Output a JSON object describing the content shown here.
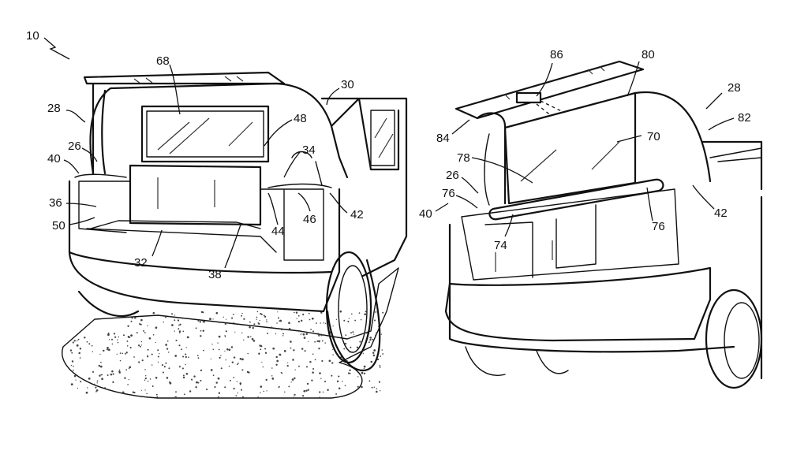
{
  "figure": {
    "reference_numerals": {
      "left": {
        "r10": "10",
        "r28": "28",
        "r26": "26",
        "r40": "40",
        "r36": "36",
        "r50": "50",
        "r68": "68",
        "r30": "30",
        "r48": "48",
        "r34": "34",
        "r42": "42",
        "r46": "46",
        "r44": "44",
        "r32": "32",
        "r38": "38"
      },
      "right": {
        "r86": "86",
        "r80": "80",
        "r28": "28",
        "r82": "82",
        "r84": "84",
        "r78": "78",
        "r70": "70",
        "r26": "26",
        "r76a": "76",
        "r40": "40",
        "r74": "74",
        "r76b": "76",
        "r42": "42"
      }
    },
    "colors": {
      "line": "#111111",
      "background": "#ffffff",
      "stipple": "#444444"
    }
  }
}
